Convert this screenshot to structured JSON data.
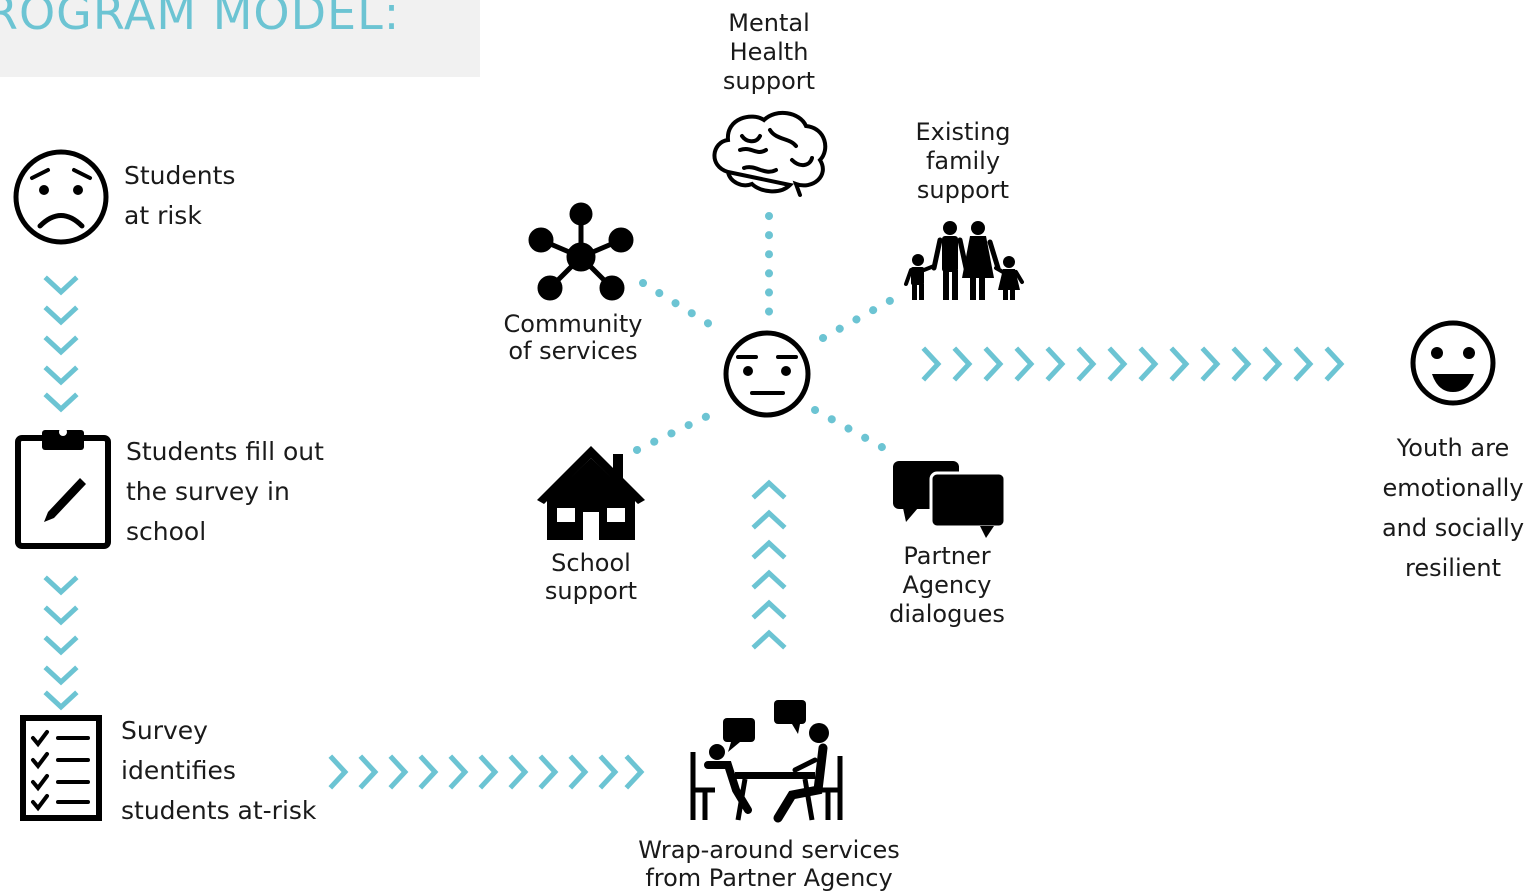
{
  "title": "ROGRAM MODEL:",
  "colors": {
    "accent": "#6cc4d3",
    "ink": "#111111",
    "title_bg": "#f1f1f1"
  },
  "steps": [
    {
      "icon": "worried-face-icon",
      "lines": [
        "Students",
        "at risk"
      ]
    },
    {
      "icon": "clipboard-pencil-icon",
      "lines": [
        "Students fill out",
        "the survey in",
        "school"
      ]
    },
    {
      "icon": "checklist-icon",
      "lines": [
        "Survey",
        "identifies",
        "students at-risk"
      ]
    }
  ],
  "hub": {
    "icon": "neutral-face-icon",
    "spokes": [
      {
        "icon": "brain-icon",
        "lines": [
          "Mental",
          "Health",
          "support"
        ]
      },
      {
        "icon": "family-icon",
        "lines": [
          "Existing",
          "family",
          "support"
        ]
      },
      {
        "icon": "network-icon",
        "lines": [
          "Community",
          "of services"
        ]
      },
      {
        "icon": "house-icon",
        "lines": [
          "School",
          "support"
        ]
      },
      {
        "icon": "speech-bubbles-icon",
        "lines": [
          "Partner",
          "Agency",
          "dialogues"
        ]
      }
    ]
  },
  "wraparound": {
    "icon": "meeting-icon",
    "lines": [
      "Wrap-around services",
      "from Partner Agency"
    ]
  },
  "outcome": {
    "icon": "happy-face-icon",
    "lines": [
      "Youth are",
      "emotionally",
      "and socially",
      "resilient"
    ]
  }
}
